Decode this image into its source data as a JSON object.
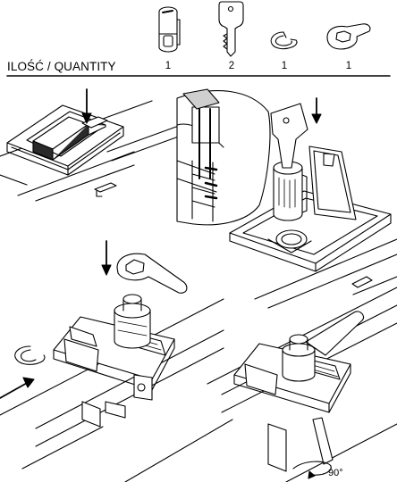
{
  "quantity_table": {
    "label": "ILOŚĆ / QUANTITY",
    "parts": [
      {
        "icon": "lock-cylinder-icon",
        "quantity": "1"
      },
      {
        "icon": "key-icon",
        "quantity": "2"
      },
      {
        "icon": "retaining-clip-icon",
        "quantity": "1"
      },
      {
        "icon": "wrench-icon",
        "quantity": "1"
      }
    ]
  },
  "steps": {
    "rotation_label": "90°"
  },
  "colors": {
    "line": "#000000",
    "fill": "#ffffff",
    "shade": "#2a2a2a",
    "light_shade": "#cfcfcf"
  }
}
